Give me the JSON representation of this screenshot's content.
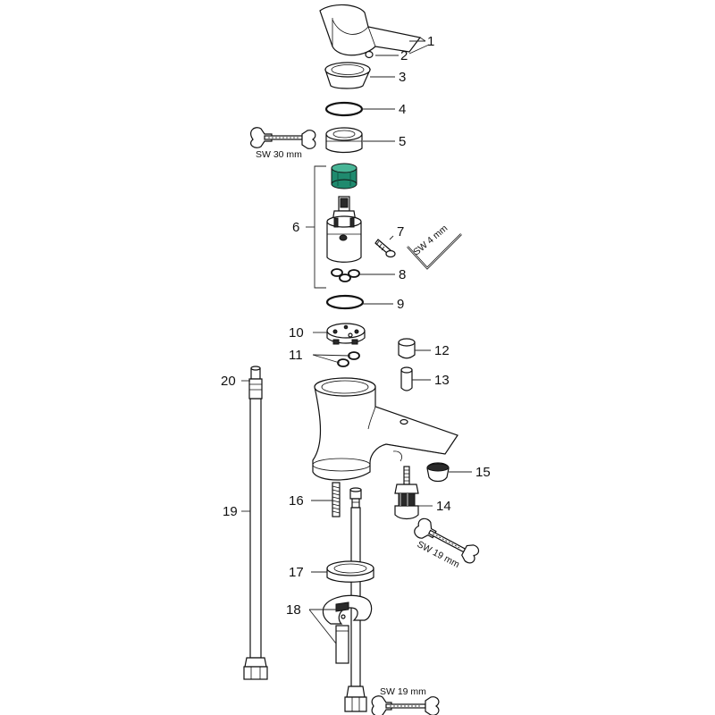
{
  "callouts": {
    "c1": "1",
    "c2": "2",
    "c3": "3",
    "c4": "4",
    "c5": "5",
    "c6": "6",
    "c7": "7",
    "c8": "8",
    "c9": "9",
    "c10": "10",
    "c11": "11",
    "c12": "12",
    "c13": "13",
    "c14": "14",
    "c15": "15",
    "c16": "16",
    "c17": "17",
    "c18": "18",
    "c19": "19",
    "c20": "20"
  },
  "tools": {
    "wrench_30": "SW 30 mm",
    "hex_key_4": "SW 4 mm",
    "wrench_19_right": "SW 19 mm",
    "wrench_19_bottom": "SW 19 mm"
  },
  "colors": {
    "line": "#111111",
    "cartridge_ring": "#1f8a6e",
    "background": "#ffffff"
  }
}
